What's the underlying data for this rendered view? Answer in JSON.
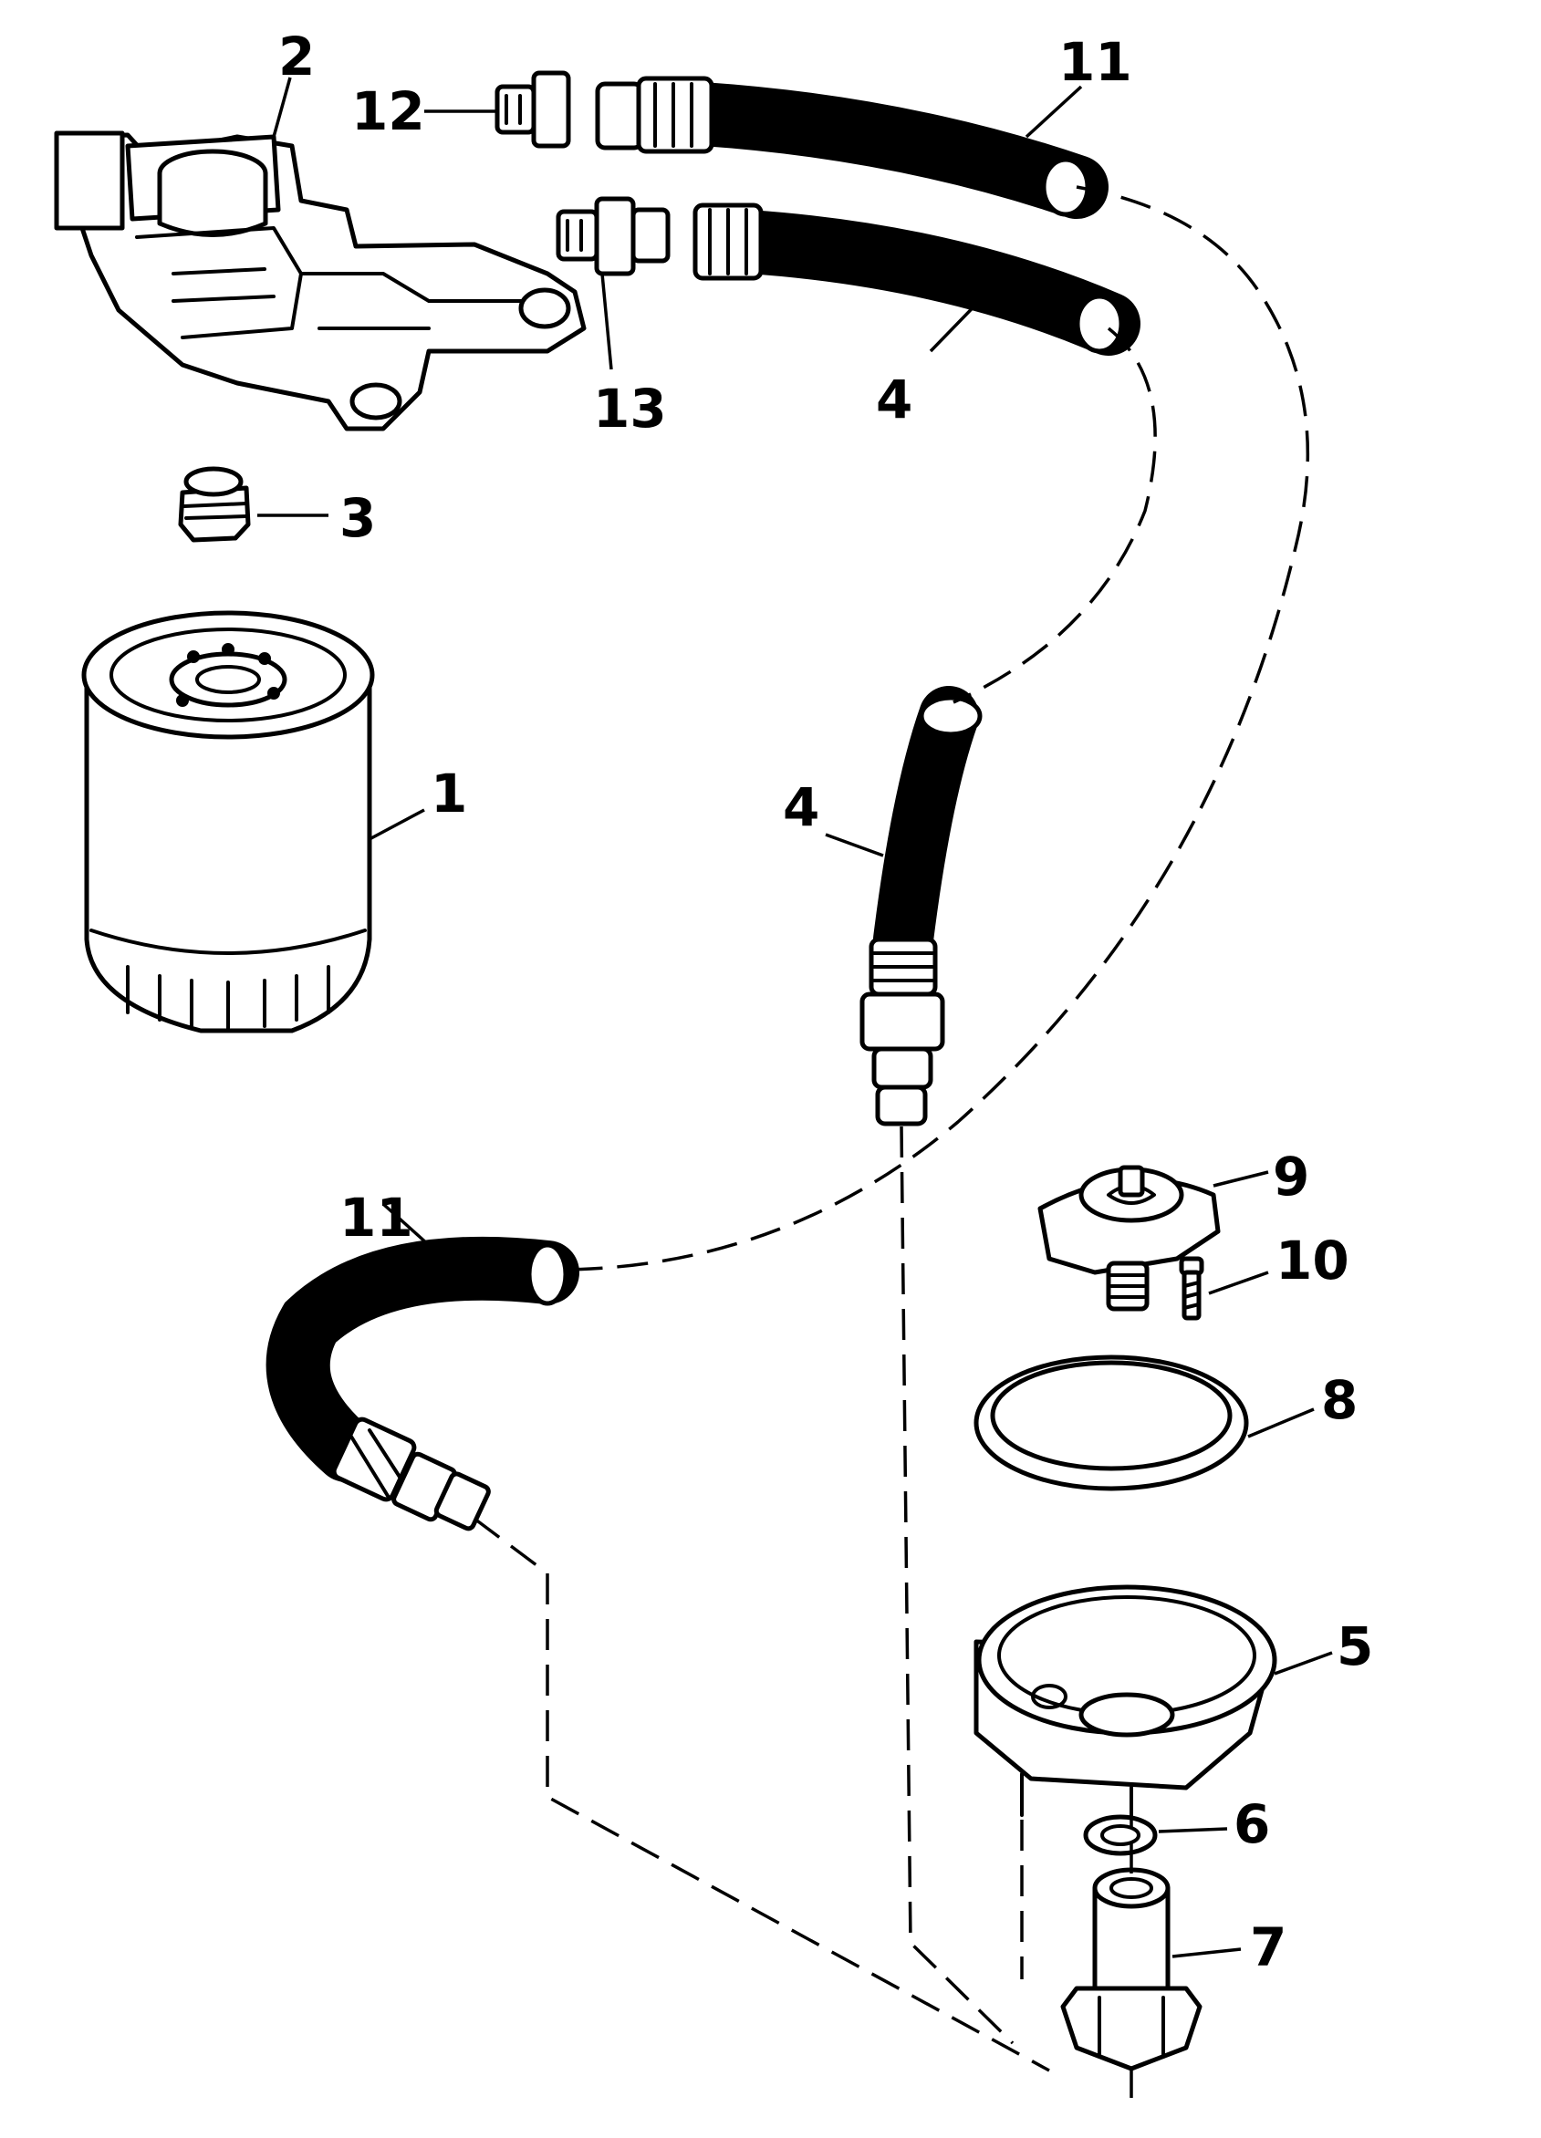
{
  "colors": {
    "ink": "#000000",
    "paper": "#ffffff"
  },
  "callouts": {
    "c1": "1",
    "c2": "2",
    "c3": "3",
    "c4a": "4",
    "c4b": "4",
    "c5": "5",
    "c6": "6",
    "c7": "7",
    "c8": "8",
    "c9": "9",
    "c10": "10",
    "c11a": "11",
    "c11b": "11",
    "c12": "12",
    "c13": "13"
  }
}
